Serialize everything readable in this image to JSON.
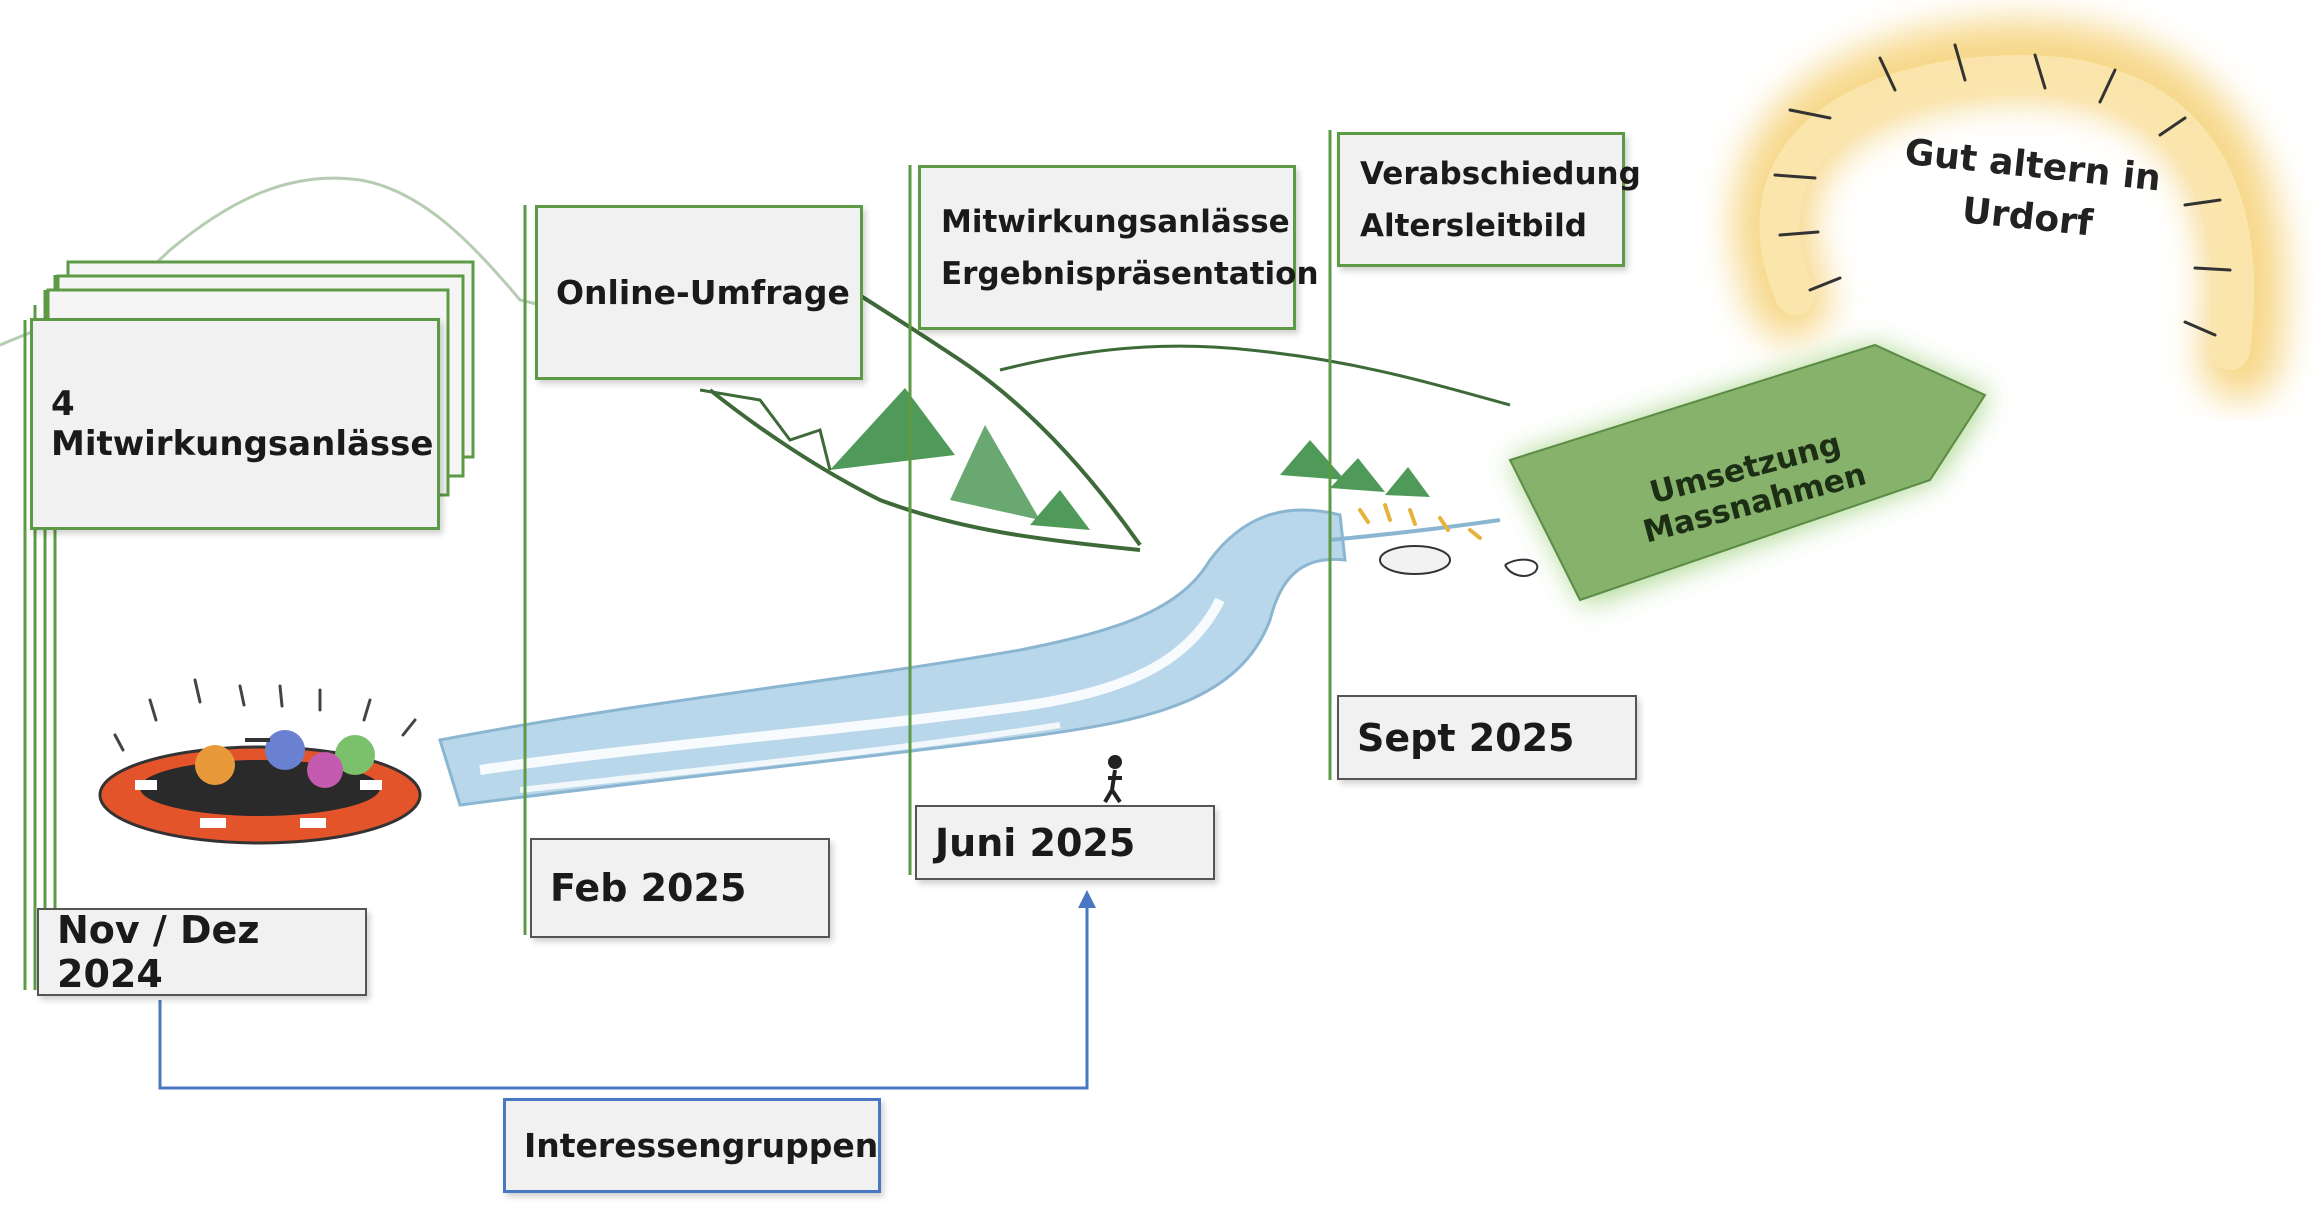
{
  "milestones": {
    "nov_dez_label": "4 Mitwirkungsanlässe",
    "nov_dez_date": "Nov / Dez 2024",
    "feb_label": "Online-Umfrage",
    "feb_date": "Feb 2025",
    "juni_label_line1": "Mitwirkungsanlässe",
    "juni_label_line2": "Ergebnispräsentation",
    "juni_date": "Juni 2025",
    "sept_label_line1": "Verabschiedung",
    "sept_label_line2": "Altersleitbild",
    "sept_date": "Sept 2025"
  },
  "outcome_arrow": "Umsetzung Massnahmen",
  "sun_goal_line1": "Gut altern in",
  "sun_goal_line2": "Urdorf",
  "stakeholders": "Interessengruppen",
  "colors": {
    "green_border": "#5d9a45",
    "arrow_fill": "#86b26b",
    "stakeholder_blue": "#4a77c2",
    "sun_yellow": "#f7d88a",
    "mountain_green": "#4f9a58",
    "river_blue": "#b9d7ea"
  }
}
